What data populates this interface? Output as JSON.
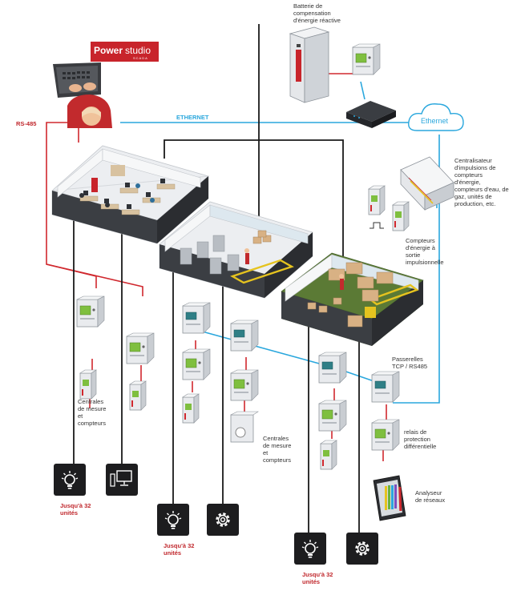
{
  "logo": {
    "word1": "Power",
    "word2": "studio",
    "tagline": "SCADA"
  },
  "network": {
    "rs485": "RS-485",
    "ethernet": "ETHERNET",
    "cloud": "Ethernet"
  },
  "labels": {
    "battery": [
      "Batterie de",
      "compensation",
      "d'énergie réactive"
    ],
    "centralizer": [
      "Centralisateur",
      "d'impulsions de",
      "compteurs",
      "d'énergie,",
      "compteurs d'eau, de",
      "gaz, unités de",
      "production, etc."
    ],
    "pulse_meters": [
      "Compteurs",
      "d'énergie à",
      "sortie",
      "impulsionnelle"
    ],
    "gateways": [
      "Passerelles",
      "TCP / RS485"
    ],
    "relays": [
      "relais de",
      "protection",
      "différentielle"
    ],
    "analyzer": [
      "Analyseur",
      "de réseaux"
    ],
    "centrals_left": [
      "Centrales",
      "de mesure",
      "et",
      "compteurs"
    ],
    "centrals_mid": [
      "Centrales",
      "de mesure",
      "et",
      "compteurs"
    ],
    "up_to_1": [
      "Jusqu'à 32",
      "unités"
    ],
    "up_to_2": [
      "Jusqu'à 32",
      "unités"
    ],
    "up_to_3": [
      "Jusqu'à 32",
      "unités"
    ]
  },
  "icons": {
    "left_bulb": "lightbulb-icon",
    "left_pc": "computer-icon",
    "mid_bulb": "lightbulb-icon",
    "mid_gear": "gear-icon",
    "right_bulb": "lightbulb-icon",
    "right_gear": "gear-icon"
  },
  "colors": {
    "rs485": "#d0282e",
    "ethernet": "#2aa7dd",
    "trunk": "#1a1a1a",
    "logo": "#c8242b",
    "floor_green": "#5b7a35"
  }
}
